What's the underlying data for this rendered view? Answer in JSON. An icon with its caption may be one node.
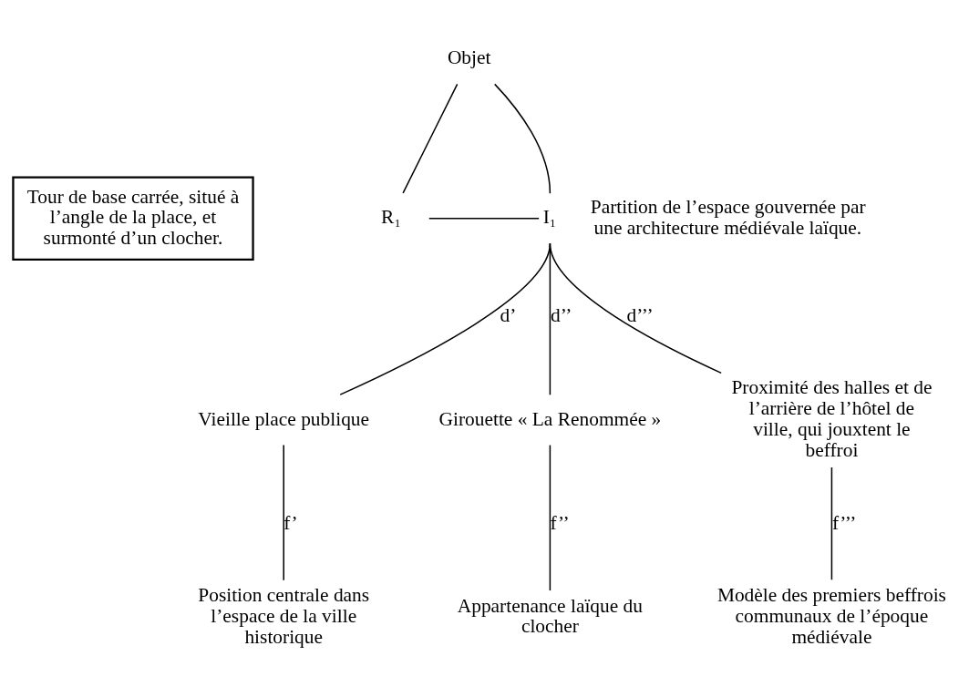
{
  "diagram": {
    "nodes": [
      {
        "text": [
          "Objet"
        ]
      },
      {
        "text": [
          "Tour de base carrée, situé à l’angle de la place, et surmonté d’un clocher."
        ]
      },
      {
        "text": [
          "R₁"
        ]
      },
      {
        "text": [
          "I₁"
        ],
        "beside": [
          "Partition de l’espace gouvernée par une architecture médiévale laïque."
        ]
      },
      {
        "text": [
          "Vieille place publique"
        ]
      },
      {
        "text": [
          "Girouette « La Renommée »"
        ]
      },
      {
        "text": [
          "Proximité des halles et de l’arrière de l’hôtel de ville, qui jouxtent le beffroi"
        ]
      },
      {
        "text": [
          "Position centrale dans l’espace de la ville historique"
        ]
      },
      {
        "text": [
          "Appartenance laïque du clocher"
        ]
      },
      {
        "text": [
          "Modèle des premiers beffrois communaux de l’époque médiévale"
        ]
      }
    ],
    "edges": [
      {
        "from": 0,
        "to": 2,
        "arrow": "none"
      },
      {
        "from": 0,
        "to": 3,
        "arrow": "none"
      },
      {
        "from": 2,
        "to": 3,
        "arrow": "none"
      },
      {
        "from": 3,
        "to": 4,
        "arrow": "none",
        "label": "d’"
      },
      {
        "from": 3,
        "to": 5,
        "arrow": "none",
        "label": "d’’"
      },
      {
        "from": 3,
        "to": 6,
        "arrow": "none",
        "label": "d’’’"
      },
      {
        "from": 4,
        "to": 7,
        "arrow": "none",
        "label": "f’"
      },
      {
        "from": 5,
        "to": 8,
        "arrow": "none",
        "label": "f’’"
      },
      {
        "from": 6,
        "to": 9,
        "arrow": "none",
        "label": "f’’’"
      }
    ]
  }
}
